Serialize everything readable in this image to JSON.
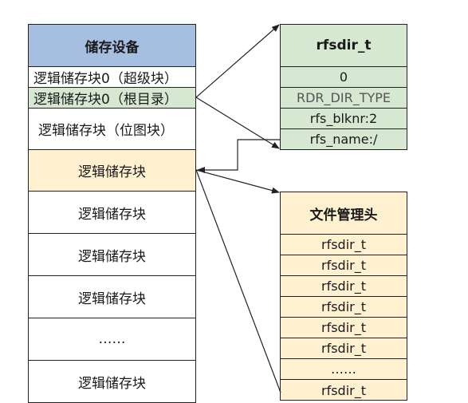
{
  "colors": {
    "header_blue": "#a6bee0",
    "green": "#d6e8d1",
    "yellow": "#fff1d0",
    "white": "#ffffff",
    "line": "#222222"
  },
  "storage": {
    "title": "储存设备",
    "rows": [
      "逻辑储存块0（超级块）",
      "逻辑储存块0（根目录）",
      "逻辑储存块（位图块）",
      "逻辑储存块",
      "逻辑储存块",
      "逻辑储存块",
      "逻辑储存块",
      "……",
      "逻辑储存块"
    ]
  },
  "rfsdir": {
    "title": "rfsdir_t",
    "fields": [
      "0",
      "RDR_DIR_TYPE",
      "rfs_blknr:2",
      "rfs_name:/"
    ]
  },
  "file_header": {
    "title": "文件管理头",
    "entries": [
      "rfsdir_t",
      "rfsdir_t",
      "rfsdir_t",
      "rfsdir_t",
      "rfsdir_t",
      "rfsdir_t",
      "……",
      "rfsdir_t"
    ]
  }
}
